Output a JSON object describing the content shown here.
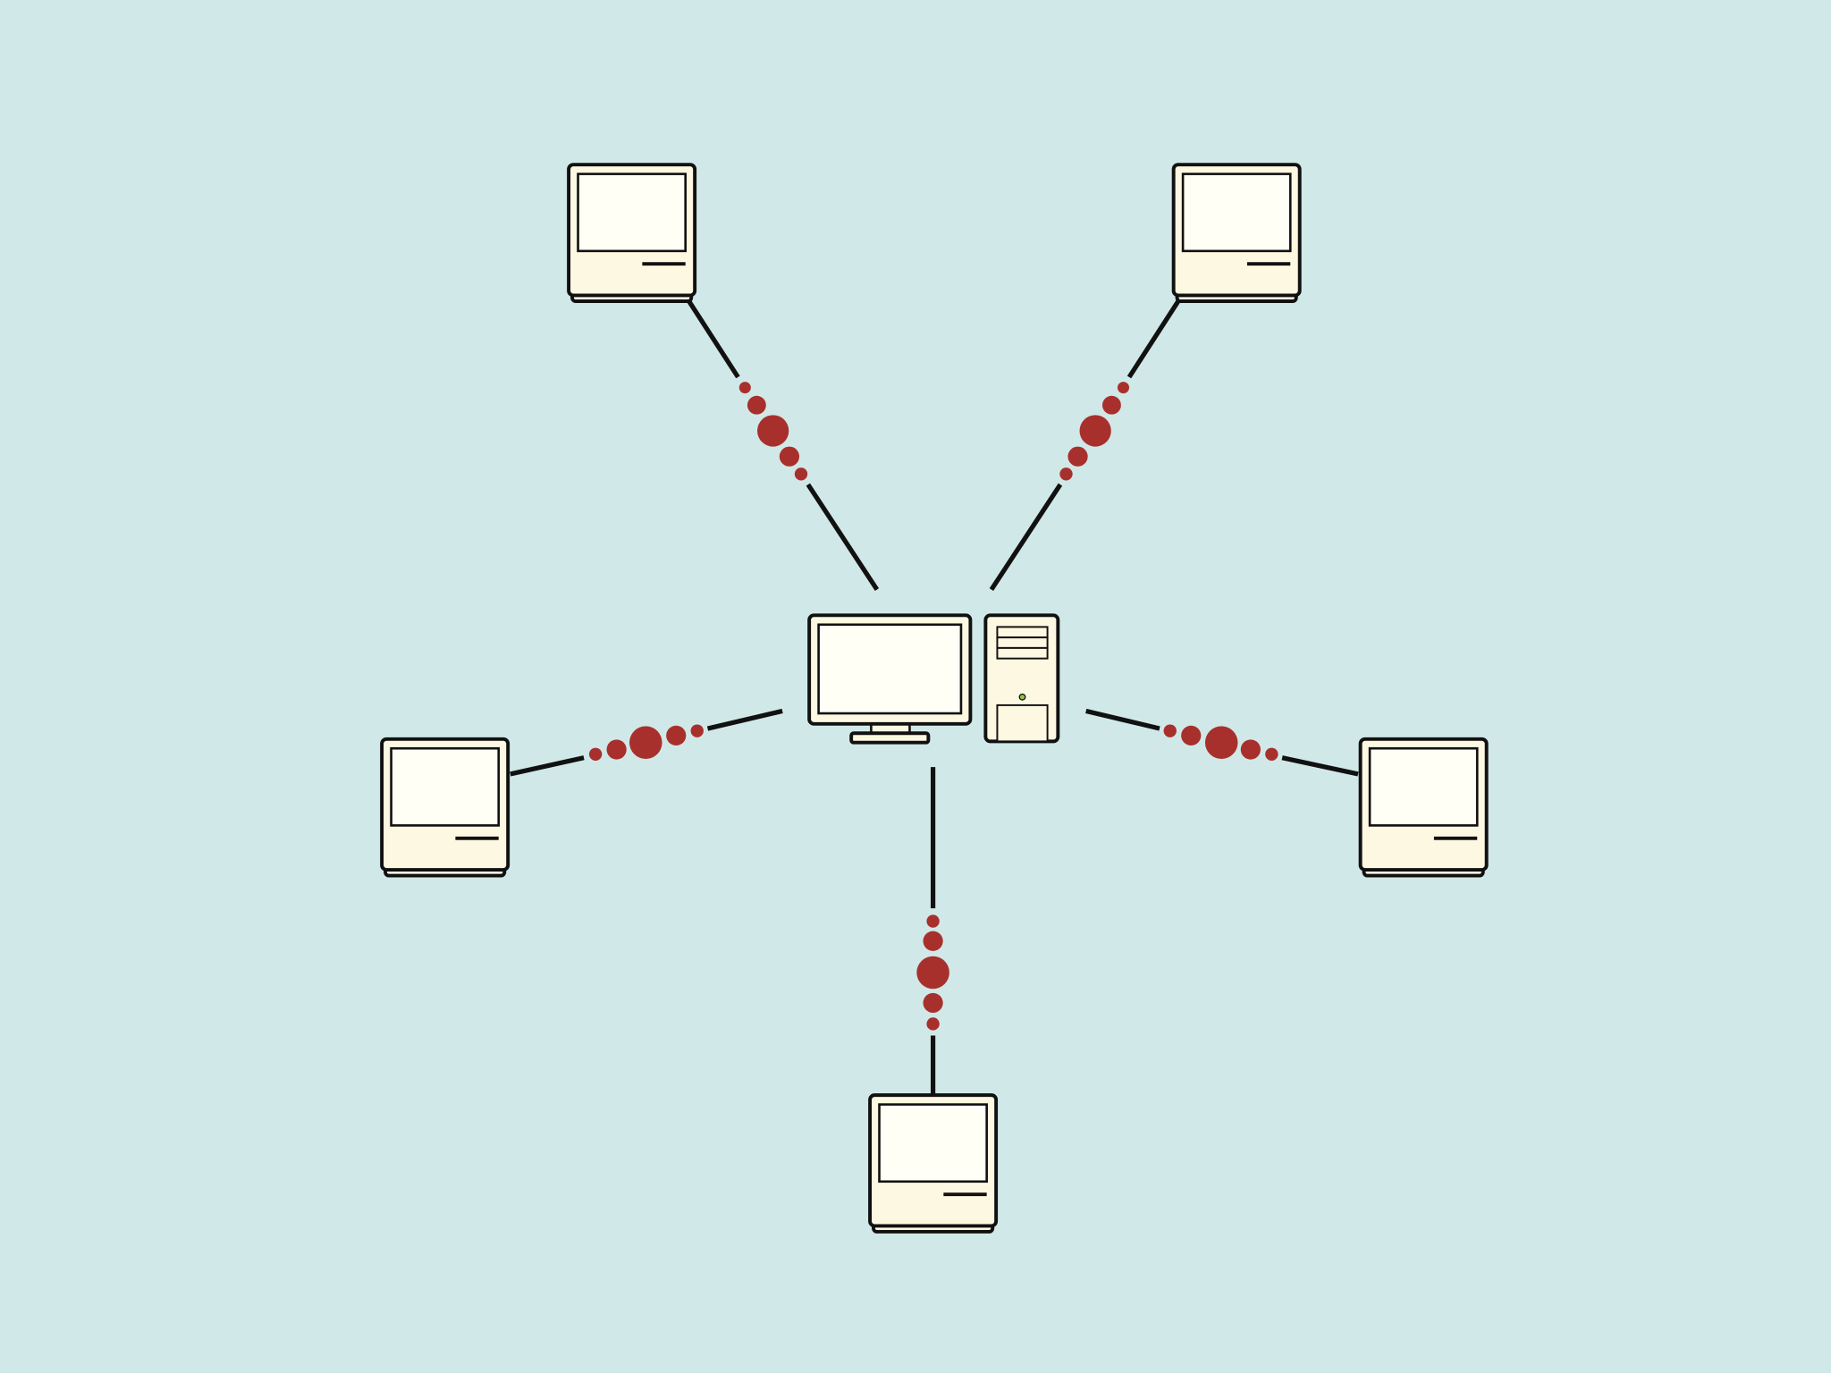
{
  "diagram": {
    "type": "star-network",
    "colors": {
      "background": "#d1e8e8",
      "case": "#fdf8e1",
      "screen": "#fffff5",
      "outline": "#111111",
      "signal": "#a8302c",
      "power_led": "#8cc63f"
    },
    "hub": {
      "id": "hub",
      "kind": "desktop-computer-with-tower"
    },
    "terminals": [
      {
        "id": "top-left",
        "kind": "terminal-computer"
      },
      {
        "id": "top-right",
        "kind": "terminal-computer"
      },
      {
        "id": "left",
        "kind": "terminal-computer"
      },
      {
        "id": "right",
        "kind": "terminal-computer"
      },
      {
        "id": "bottom",
        "kind": "terminal-computer"
      }
    ],
    "connections": [
      {
        "from": "hub",
        "to": "top-left",
        "signal_dots": 5
      },
      {
        "from": "hub",
        "to": "top-right",
        "signal_dots": 5
      },
      {
        "from": "hub",
        "to": "left",
        "signal_dots": 5
      },
      {
        "from": "hub",
        "to": "right",
        "signal_dots": 5
      },
      {
        "from": "hub",
        "to": "bottom",
        "signal_dots": 5
      }
    ]
  }
}
